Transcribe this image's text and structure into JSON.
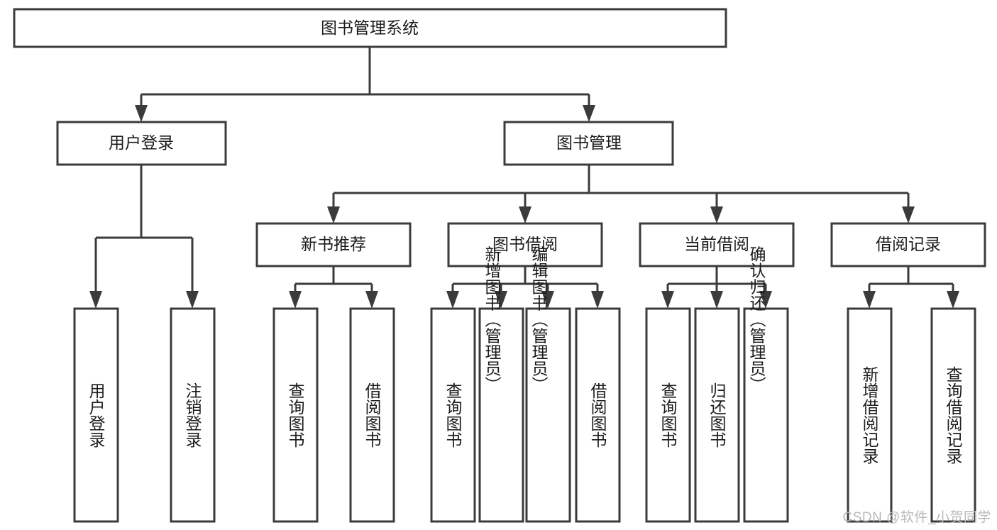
{
  "diagram": {
    "type": "tree-flowchart",
    "title": "图书管理系统",
    "watermark": "CSDN @软件_小贺同学",
    "colors": {
      "box_stroke": "#3b3b3b",
      "box_fill": "#ffffff",
      "text": "#1c1c1c",
      "background": "#ffffff",
      "watermark": "#b9b9b9"
    },
    "root": {
      "label": "图书管理系统"
    },
    "level1": [
      {
        "label": "用户登录"
      },
      {
        "label": "图书管理"
      }
    ],
    "level2": [
      {
        "label": "新书推荐"
      },
      {
        "label": "图书借阅"
      },
      {
        "label": "当前借阅"
      },
      {
        "label": "借阅记录"
      }
    ],
    "leaves": {
      "user_login": [
        {
          "label": "用户登录"
        },
        {
          "label": "注销登录"
        }
      ],
      "new_book_recommend": [
        {
          "label": "查询图书"
        },
        {
          "label": "借阅图书"
        }
      ],
      "book_borrow": [
        {
          "label": "查询图书"
        },
        {
          "label": "新增图书（管理员）"
        },
        {
          "label": "编辑图书（管理员）"
        },
        {
          "label": "借阅图书"
        }
      ],
      "current_borrow": [
        {
          "label": "查询图书"
        },
        {
          "label": "归还图书"
        },
        {
          "label": "确认归还（管理员）"
        }
      ],
      "borrow_record": [
        {
          "label": "新增借阅记录"
        },
        {
          "label": "查询借阅记录"
        }
      ]
    }
  }
}
